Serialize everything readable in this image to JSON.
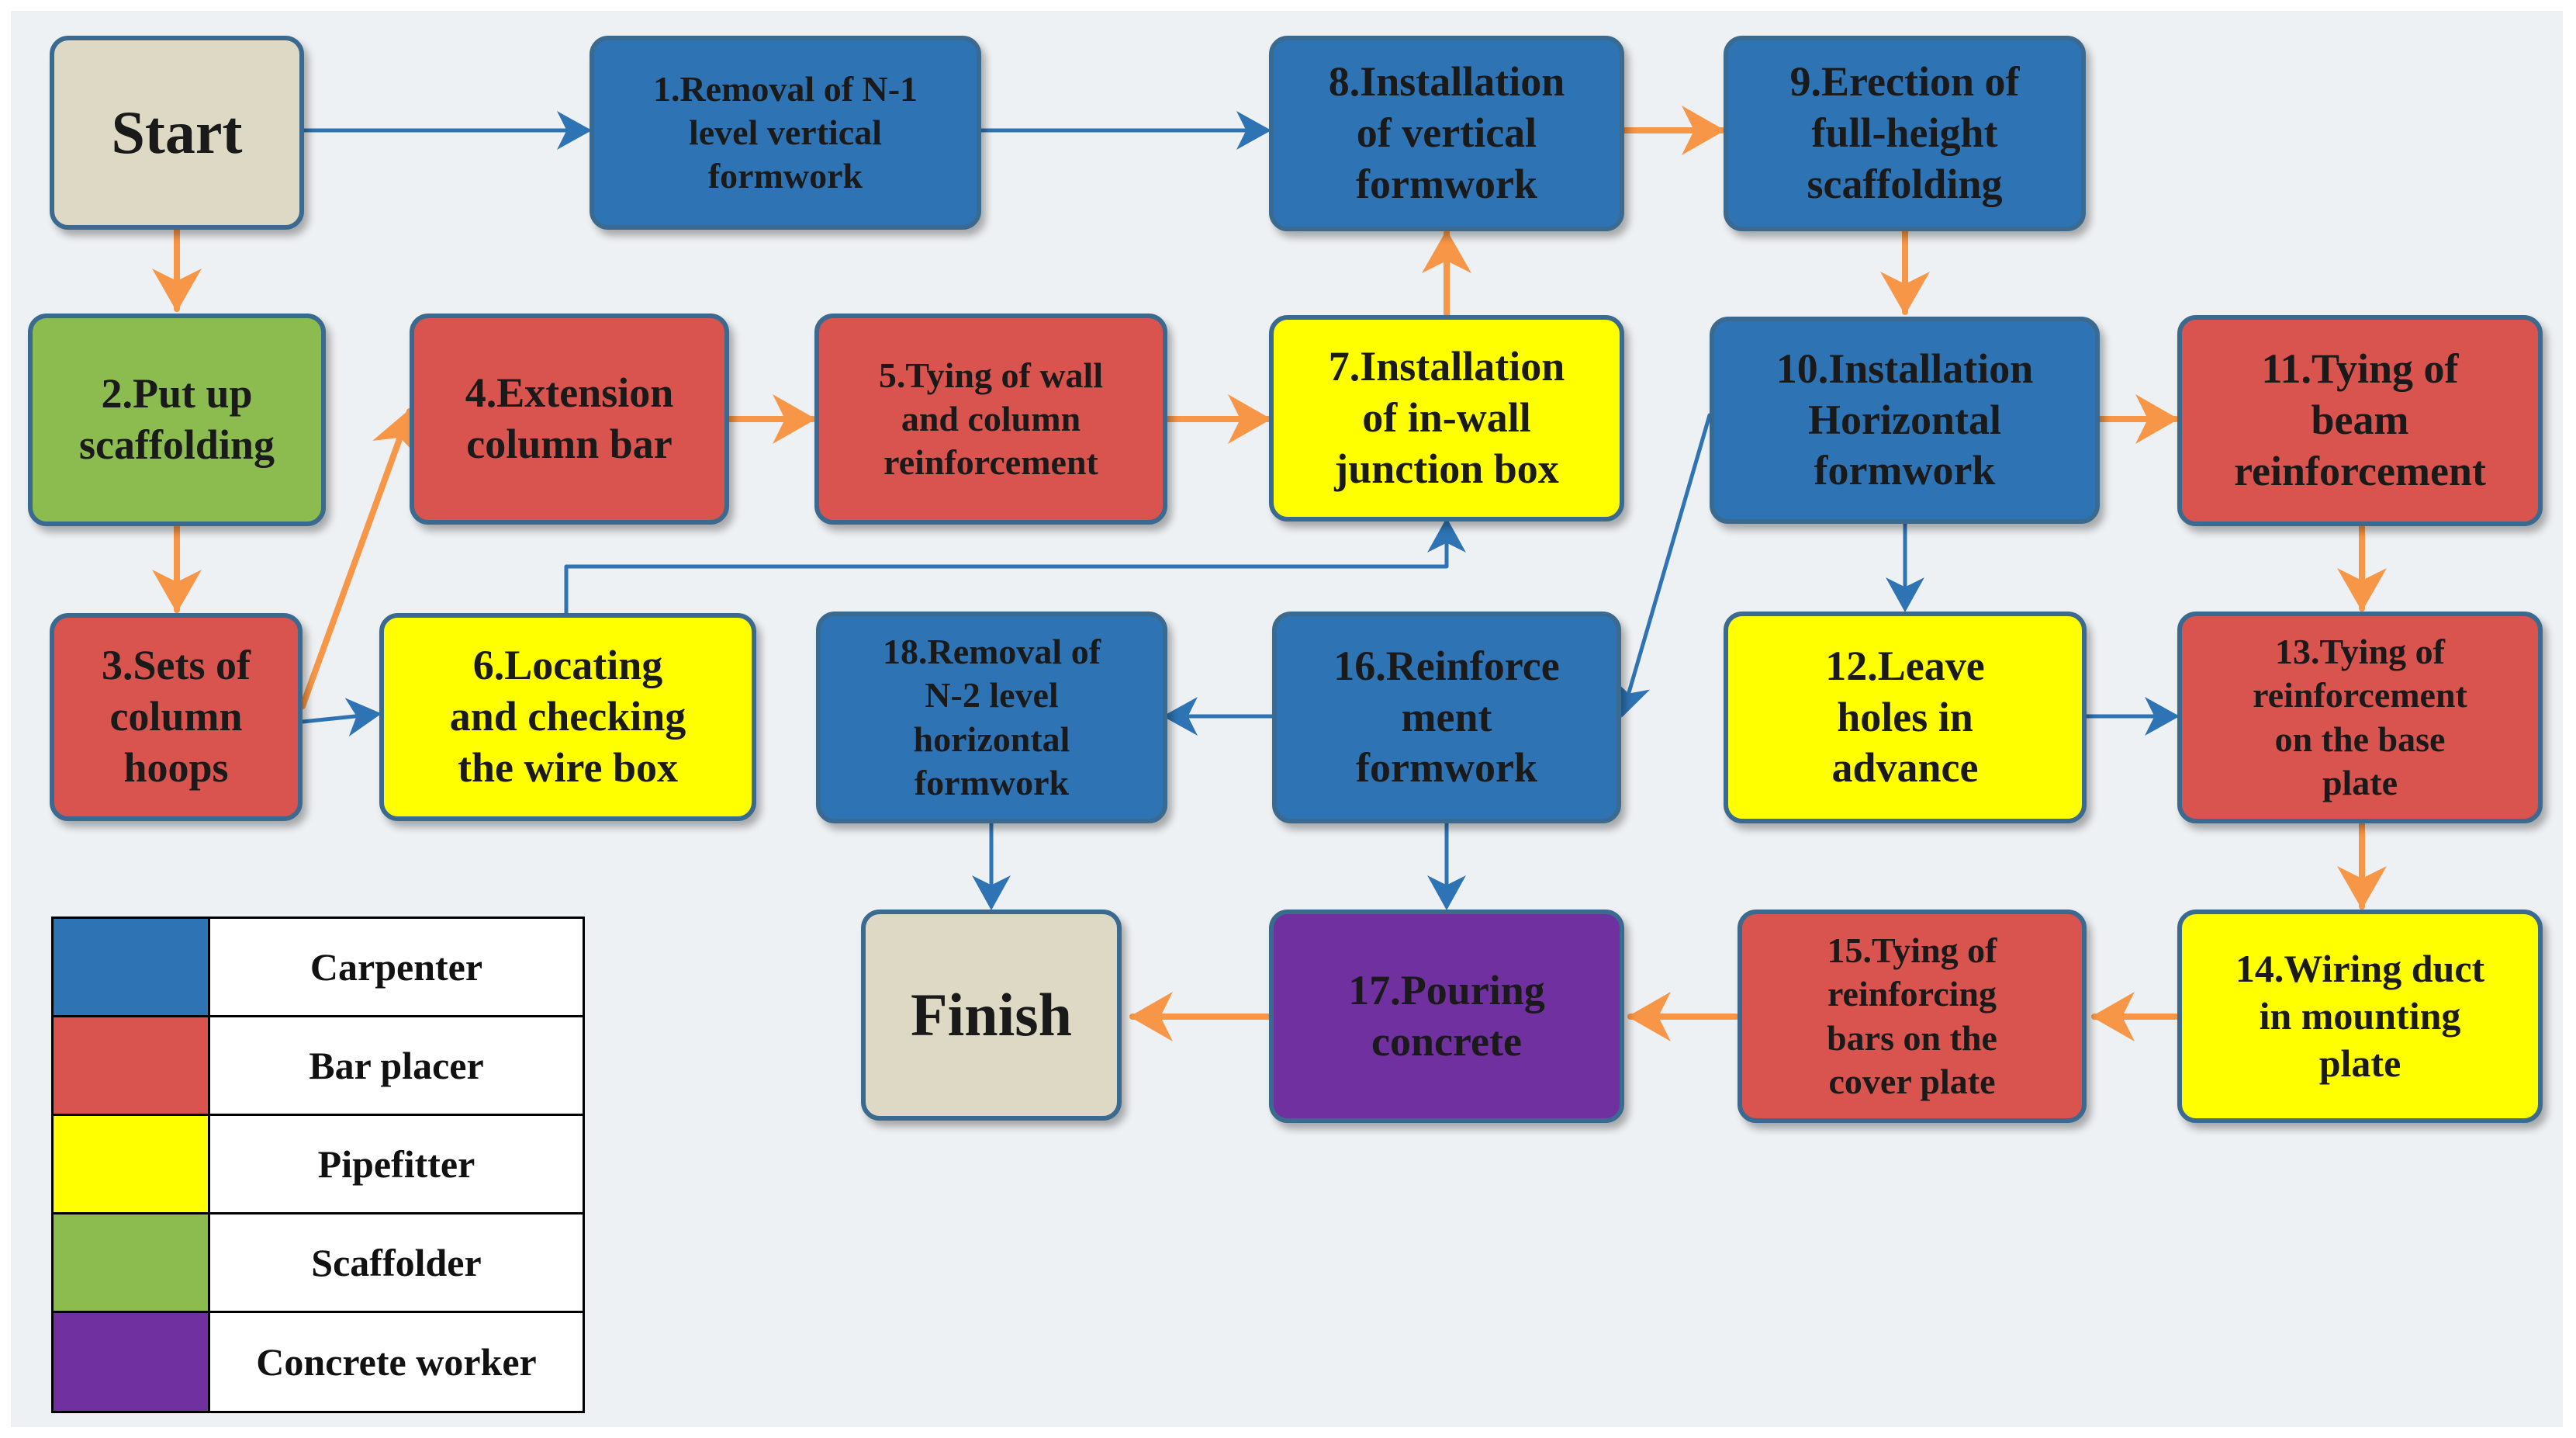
{
  "nodes": {
    "start": "Start",
    "n1": "1.Removal of N-1\nlevel vertical\nformwork",
    "n2": "2.Put up\nscaffolding",
    "n3": "3.Sets of\ncolumn\nhoops",
    "n4": "4.Extension\ncolumn bar",
    "n5": "5.Tying of wall\nand column\nreinforcement",
    "n6": "6.Locating\nand checking\nthe wire box",
    "n7": "7.Installation\nof in-wall\njunction box",
    "n8": "8.Installation\nof vertical\nformwork",
    "n9": "9.Erection of\nfull-height\nscaffolding",
    "n10": "10.Installation\nHorizontal\nformwork",
    "n11": "11.Tying of\nbeam\nreinforcement",
    "n12": "12.Leave\nholes in\nadvance",
    "n13": "13.Tying of\nreinforcement\non the base\nplate",
    "n14": "14.Wiring duct\nin mounting\nplate",
    "n15": "15.Tying of\nreinforcing\nbars on the\ncover plate",
    "n16": "16.Reinforce\nment\nformwork",
    "n17": "17.Pouring\nconcrete",
    "n18": "18.Removal of\nN-2 level\nhorizontal\nformwork",
    "finish": "Finish"
  },
  "legend": [
    {
      "label": "Carpenter",
      "color": "#2e74b5"
    },
    {
      "label": "Bar placer",
      "color": "#d9534f"
    },
    {
      "label": "Pipefitter",
      "color": "#ffff00"
    },
    {
      "label": "Scaffolder",
      "color": "#8cbb4f"
    },
    {
      "label": "Concrete worker",
      "color": "#7030a0"
    }
  ],
  "colors": {
    "carpenter": "#2e74b5",
    "bar_placer": "#d9534f",
    "pipefitter": "#ffff00",
    "scaffolder": "#8cbb4f",
    "concrete_worker": "#7030a0",
    "terminal": "#ddd9c4",
    "arrow_orange": "#f79646",
    "arrow_blue": "#2e74b5"
  }
}
